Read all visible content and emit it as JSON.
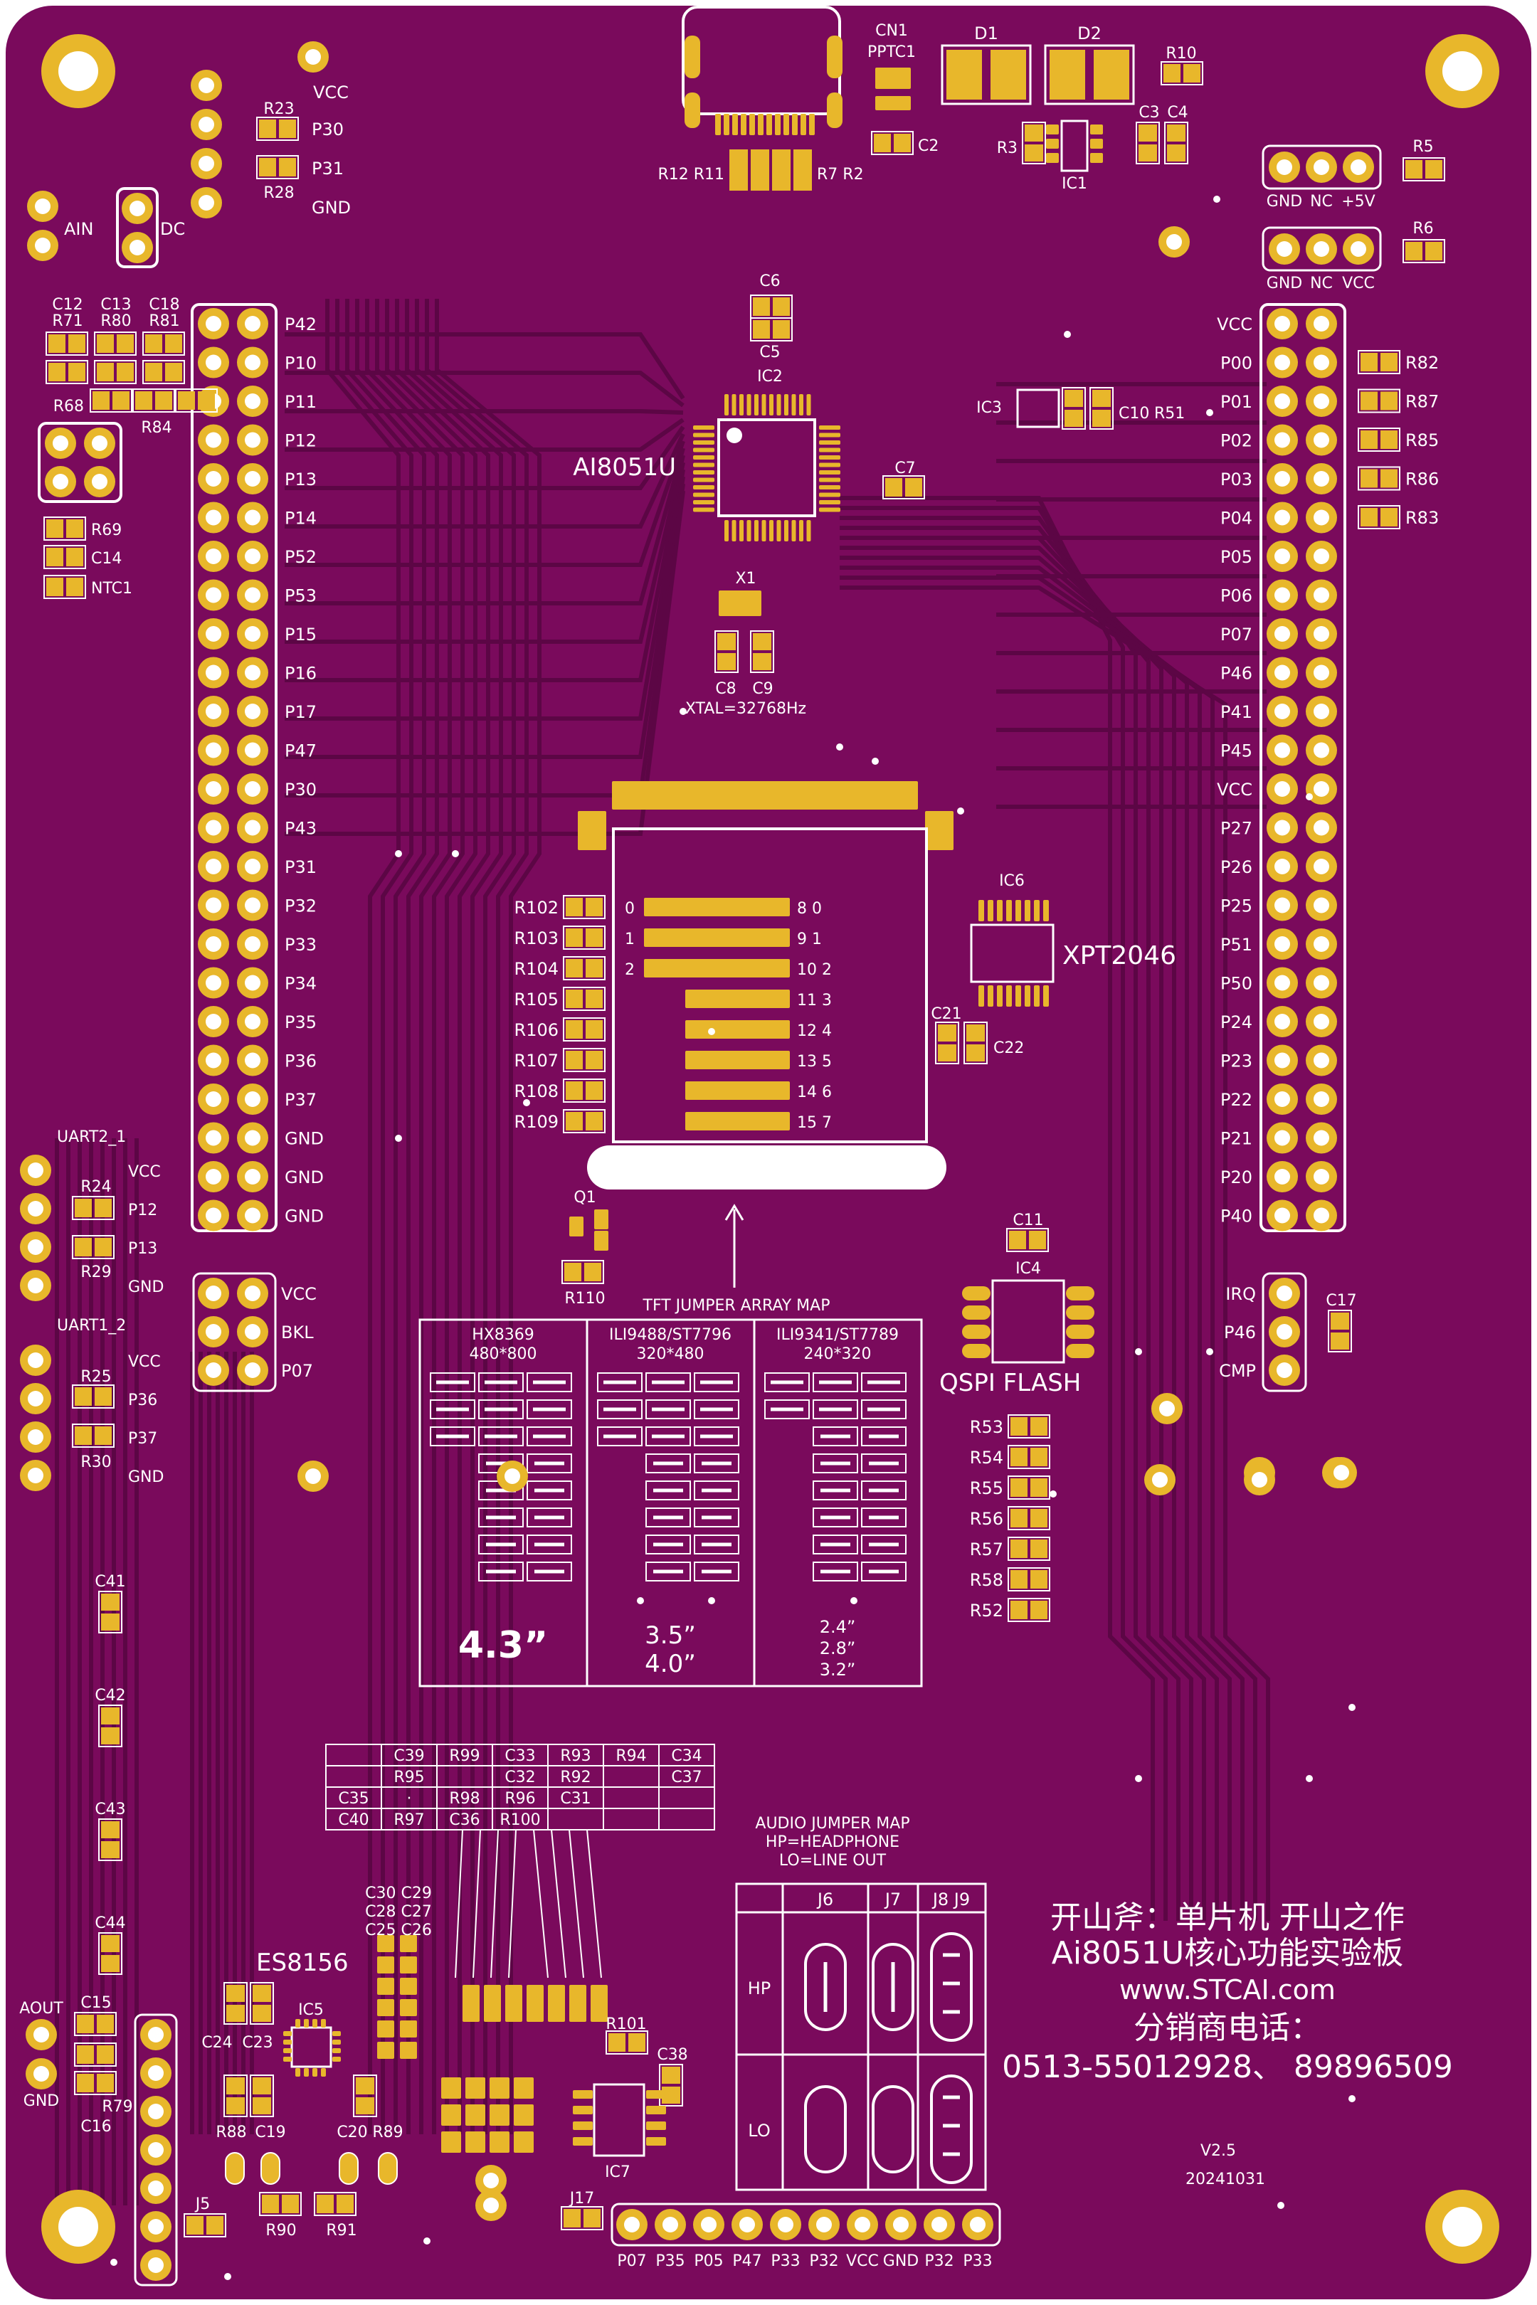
{
  "colors": {
    "board": "#7a0a5c",
    "board_edge": "#ffffff",
    "trace": "#5c0645",
    "pad": "#e8b72b",
    "silk": "#ffffff",
    "hole": "#ffffff"
  },
  "chips": {
    "mcu": "AI8051U",
    "ic2": "IC2",
    "ic3": "IC3",
    "ic6": "IC6",
    "touch": "XPT2046",
    "ic4": "IC4",
    "flash": "QSPI FLASH",
    "codec": "ES8156",
    "ic5": "IC5",
    "ic7": "IC7",
    "ic1": "IC1",
    "crystal": "X1",
    "crystal_note": "XTAL=32768Hz"
  },
  "top_labels": {
    "cn1": "CN1",
    "pptc1": "PPTC1",
    "d1": "D1",
    "d2": "D2",
    "r10": "R10",
    "c2": "C2",
    "r3": "R3",
    "c3": "C3",
    "c4": "C4",
    "r_row": "R12 R11",
    "r_row2": "R7 R2",
    "r5": "R5",
    "r6": "R6",
    "gnd_nc_5v": [
      "GND",
      "NC",
      "+5V"
    ],
    "gnd_nc_vcc": [
      "GND",
      "NC",
      "VCC"
    ],
    "c6": "C6",
    "c5": "C5",
    "c10": "C10",
    "r51": "R51",
    "c7": "C7",
    "c8": "C8",
    "c9": "C9"
  },
  "left_top": {
    "vcc": "VCC",
    "r23": "R23",
    "p30": "P30",
    "p31": "P31",
    "r28": "R28",
    "gnd": "GND",
    "ain": "AIN",
    "dc": "DC",
    "caps_row1": [
      "C12",
      "C13",
      "C18"
    ],
    "caps_row2": [
      "R71",
      "R80",
      "R81"
    ],
    "r68": "R68",
    "r84": "R84",
    "r69": "R69",
    "c14": "C14",
    "ntc1": "NTC1"
  },
  "left_header": [
    "P42",
    "P10",
    "P11",
    "P12",
    "P13",
    "P14",
    "P52",
    "P53",
    "P15",
    "P16",
    "P17",
    "P47",
    "P30",
    "P43",
    "P31",
    "P32",
    "P33",
    "P34",
    "P35",
    "P36",
    "P37",
    "GND",
    "GND",
    "GND"
  ],
  "right_header": [
    "VCC",
    "P00",
    "P01",
    "P02",
    "P03",
    "P04",
    "P05",
    "P06",
    "P07",
    "P46",
    "P41",
    "P45",
    "VCC",
    "P27",
    "P26",
    "P25",
    "P51",
    "P50",
    "P24",
    "P23",
    "P22",
    "P21",
    "P20",
    "P40"
  ],
  "right_resistors": [
    "R82",
    "R87",
    "R85",
    "R86",
    "R83"
  ],
  "uart": {
    "uart2": "UART2_1",
    "uart1": "UART1_2",
    "u2_labels": [
      "VCC",
      "P12",
      "P13",
      "GND"
    ],
    "u2_res": [
      "R24",
      "R29"
    ],
    "u1_labels": [
      "VCC",
      "P36",
      "P37",
      "GND"
    ],
    "u1_res": [
      "R25",
      "R30"
    ]
  },
  "bkl": [
    "VCC",
    "BKL",
    "P07"
  ],
  "irq": [
    "IRQ",
    "P46",
    "CMP"
  ],
  "c17": "C17",
  "tft": {
    "resistors": [
      "R102",
      "R103",
      "R104",
      "R105",
      "R106",
      "R107",
      "R108",
      "R109"
    ],
    "left_nums": [
      "0",
      "1",
      "2"
    ],
    "right_nums": [
      "8 0",
      "9 1",
      "10 2",
      "11 3",
      "12 4",
      "13 5",
      "14 6",
      "15 7"
    ],
    "q1": "Q1",
    "r110": "R110",
    "map_title": "TFT JUMPER ARRAY MAP",
    "col1": [
      "HX8369",
      "480*800"
    ],
    "col2": [
      "ILI9488/ST7796",
      "320*480"
    ],
    "col3": [
      "ILI9341/ST7789",
      "240*320"
    ],
    "size1": "4.3”",
    "size2": [
      "3.5”",
      "4.0”"
    ],
    "size3": [
      "2.4”",
      "2.8”",
      "3.2”"
    ]
  },
  "ic6_caps": [
    "C21",
    "C22"
  ],
  "c11": "C11",
  "r5x": [
    "R53",
    "R54",
    "R55",
    "R56",
    "R57",
    "R58",
    "R52"
  ],
  "left_caps": [
    "C41",
    "C42",
    "C43",
    "C44"
  ],
  "audio_table": [
    [
      "",
      "C39",
      "R99",
      "C33",
      "R93",
      "R94",
      "C34"
    ],
    [
      "",
      "R95",
      "",
      "C32",
      "R92",
      "",
      "C37"
    ],
    [
      "C35",
      "·",
      "R98",
      "R96",
      "C31",
      "",
      ""
    ],
    [
      "C40",
      "R97",
      "C36",
      "R100",
      "",
      "",
      ""
    ]
  ],
  "audio_map": {
    "title": [
      "AUDIO JUMPER MAP",
      "HP=HEADPHONE",
      "LO=LINE OUT"
    ],
    "cols": [
      "J6",
      "J7",
      "J8 J9"
    ],
    "rows": [
      "HP",
      "LO"
    ]
  },
  "bottom_left": {
    "aout": "AOUT",
    "gnd": "GND",
    "c15": "C15",
    "r79": "R79",
    "c16": "C16",
    "c24": "C24",
    "c23": "C23",
    "caps_stack": [
      "C30",
      "C29",
      "C28",
      "C27",
      "C25",
      "C26"
    ],
    "r88": "R88",
    "c19": "C19",
    "c20": "C20",
    "r89": "R89",
    "j5": "J5",
    "r90": "R90",
    "r91": "R91",
    "r101": "R101",
    "c38": "C38",
    "j17": "J17"
  },
  "bottom_header": [
    "P07",
    "P35",
    "P05",
    "P47",
    "P33",
    "P32",
    "VCC",
    "GND",
    "P32",
    "P33"
  ],
  "info": {
    "line1": "开山斧：单片机 开山之作",
    "line2": "Ai8051U核心功能实验板",
    "line3": "www.STCAI.com",
    "line4": "分销商电话：",
    "line5": "0513-55012928、 89896509",
    "version": "V2.5",
    "date": "20241031"
  }
}
